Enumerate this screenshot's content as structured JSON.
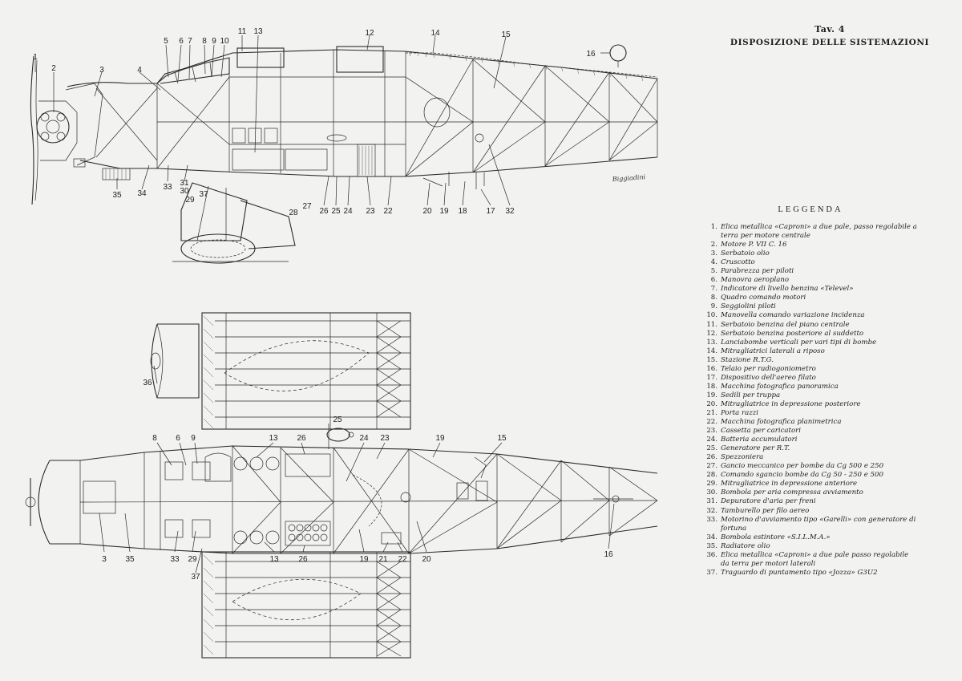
{
  "plate": {
    "number": "Tav. 4",
    "title": "DISPOSIZIONE DELLE SISTEMAZIONI"
  },
  "signature": "Biggiadini",
  "legend": {
    "heading": "LEGGENDA",
    "items": [
      {
        "num": "1.",
        "text": "Elica metallica «Caproni» a due pale, passo regolabile a terra per motore centrale"
      },
      {
        "num": "2.",
        "text": "Motore P. VII C. 16"
      },
      {
        "num": "3.",
        "text": "Serbatoio olio"
      },
      {
        "num": "4.",
        "text": "Cruscotto"
      },
      {
        "num": "5.",
        "text": "Parabrezza per piloti"
      },
      {
        "num": "6.",
        "text": "Manovra aeroplano"
      },
      {
        "num": "7.",
        "text": "Indicatore di livello benzina «Televel»"
      },
      {
        "num": "8.",
        "text": "Quadro comando motori"
      },
      {
        "num": "9.",
        "text": "Seggiolini piloti"
      },
      {
        "num": "10.",
        "text": "Manovella comando variazione incidenza"
      },
      {
        "num": "11.",
        "text": "Serbatoio benzina del piano centrale"
      },
      {
        "num": "12.",
        "text": "Serbatoio benzina posteriore al suddetto"
      },
      {
        "num": "13.",
        "text": "Lanciabombe verticali per vari tipi di bombe"
      },
      {
        "num": "14.",
        "text": "Mitragliatrici laterali a riposo"
      },
      {
        "num": "15.",
        "text": "Stazione R.T.G."
      },
      {
        "num": "16.",
        "text": "Telaio per radiogoniometro"
      },
      {
        "num": "17.",
        "text": "Dispositivo dell'aereo filato"
      },
      {
        "num": "18.",
        "text": "Macchina fotografica panoramica"
      },
      {
        "num": "19.",
        "text": "Sedili per truppa"
      },
      {
        "num": "20.",
        "text": "Mitragliatrice in depressione posteriore"
      },
      {
        "num": "21.",
        "text": "Porta razzi"
      },
      {
        "num": "22.",
        "text": "Macchina fotografica planimetrica"
      },
      {
        "num": "23.",
        "text": "Cassetta per caricatori"
      },
      {
        "num": "24.",
        "text": "Batteria accumulatori"
      },
      {
        "num": "25.",
        "text": "Generatore per R.T."
      },
      {
        "num": "26.",
        "text": "Spezzoniera"
      },
      {
        "num": "27.",
        "text": "Gancio meccanico per bombe da Cg 500 e 250"
      },
      {
        "num": "28.",
        "text": "Comando sgancio bombe da Cg 50 - 250 e 500"
      },
      {
        "num": "29.",
        "text": "Mitragliatrice in depressione anteriore"
      },
      {
        "num": "30.",
        "text": "Bombola per aria compressa avviamento"
      },
      {
        "num": "31.",
        "text": "Depuratore d'aria per freni"
      },
      {
        "num": "32.",
        "text": "Tamburello per filo aereo"
      },
      {
        "num": "33.",
        "text": "Motorino d'avviamento tipo «Garelli» con generatore di fortuna"
      },
      {
        "num": "34.",
        "text": "Bombola estintore «S.I.L.M.A.»"
      },
      {
        "num": "35.",
        "text": "Radiatore olio"
      },
      {
        "num": "36.",
        "text": "Elica metallica «Caproni» a due pale passo regolabile da terra per motori laterali"
      },
      {
        "num": "37.",
        "text": "Traguardo di puntamento tipo «Jozza» G3U2"
      }
    ]
  },
  "callouts": {
    "side": [
      "1",
      "2",
      "3",
      "4",
      "5",
      "6",
      "7",
      "8",
      "9",
      "10",
      "11",
      "13",
      "12",
      "14",
      "15",
      "16",
      "35",
      "34",
      "33",
      "31",
      "30",
      "29",
      "37",
      "28",
      "27",
      "26",
      "25",
      "24",
      "23",
      "22",
      "20",
      "19",
      "18",
      "17",
      "32"
    ],
    "plan": [
      "36",
      "25",
      "8",
      "6",
      "9",
      "13",
      "26",
      "24",
      "23",
      "19",
      "15",
      "3",
      "35",
      "33",
      "29",
      "37",
      "13",
      "26",
      "19",
      "21",
      "22",
      "20",
      "16"
    ]
  }
}
